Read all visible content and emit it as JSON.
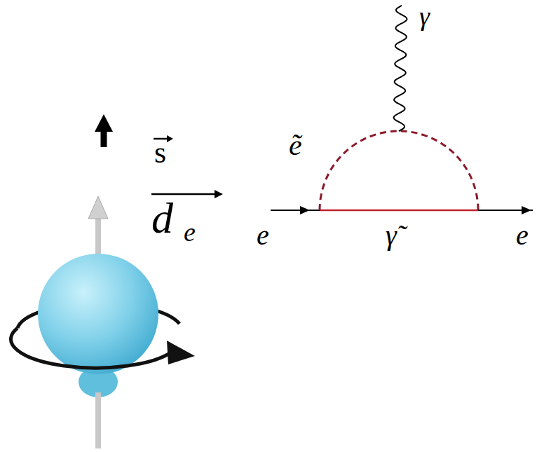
{
  "diagram": {
    "labels": [
      "s",
      "d",
      "e",
      "γ",
      "ẽ",
      "e",
      "γ̃",
      "e"
    ]
  }
}
